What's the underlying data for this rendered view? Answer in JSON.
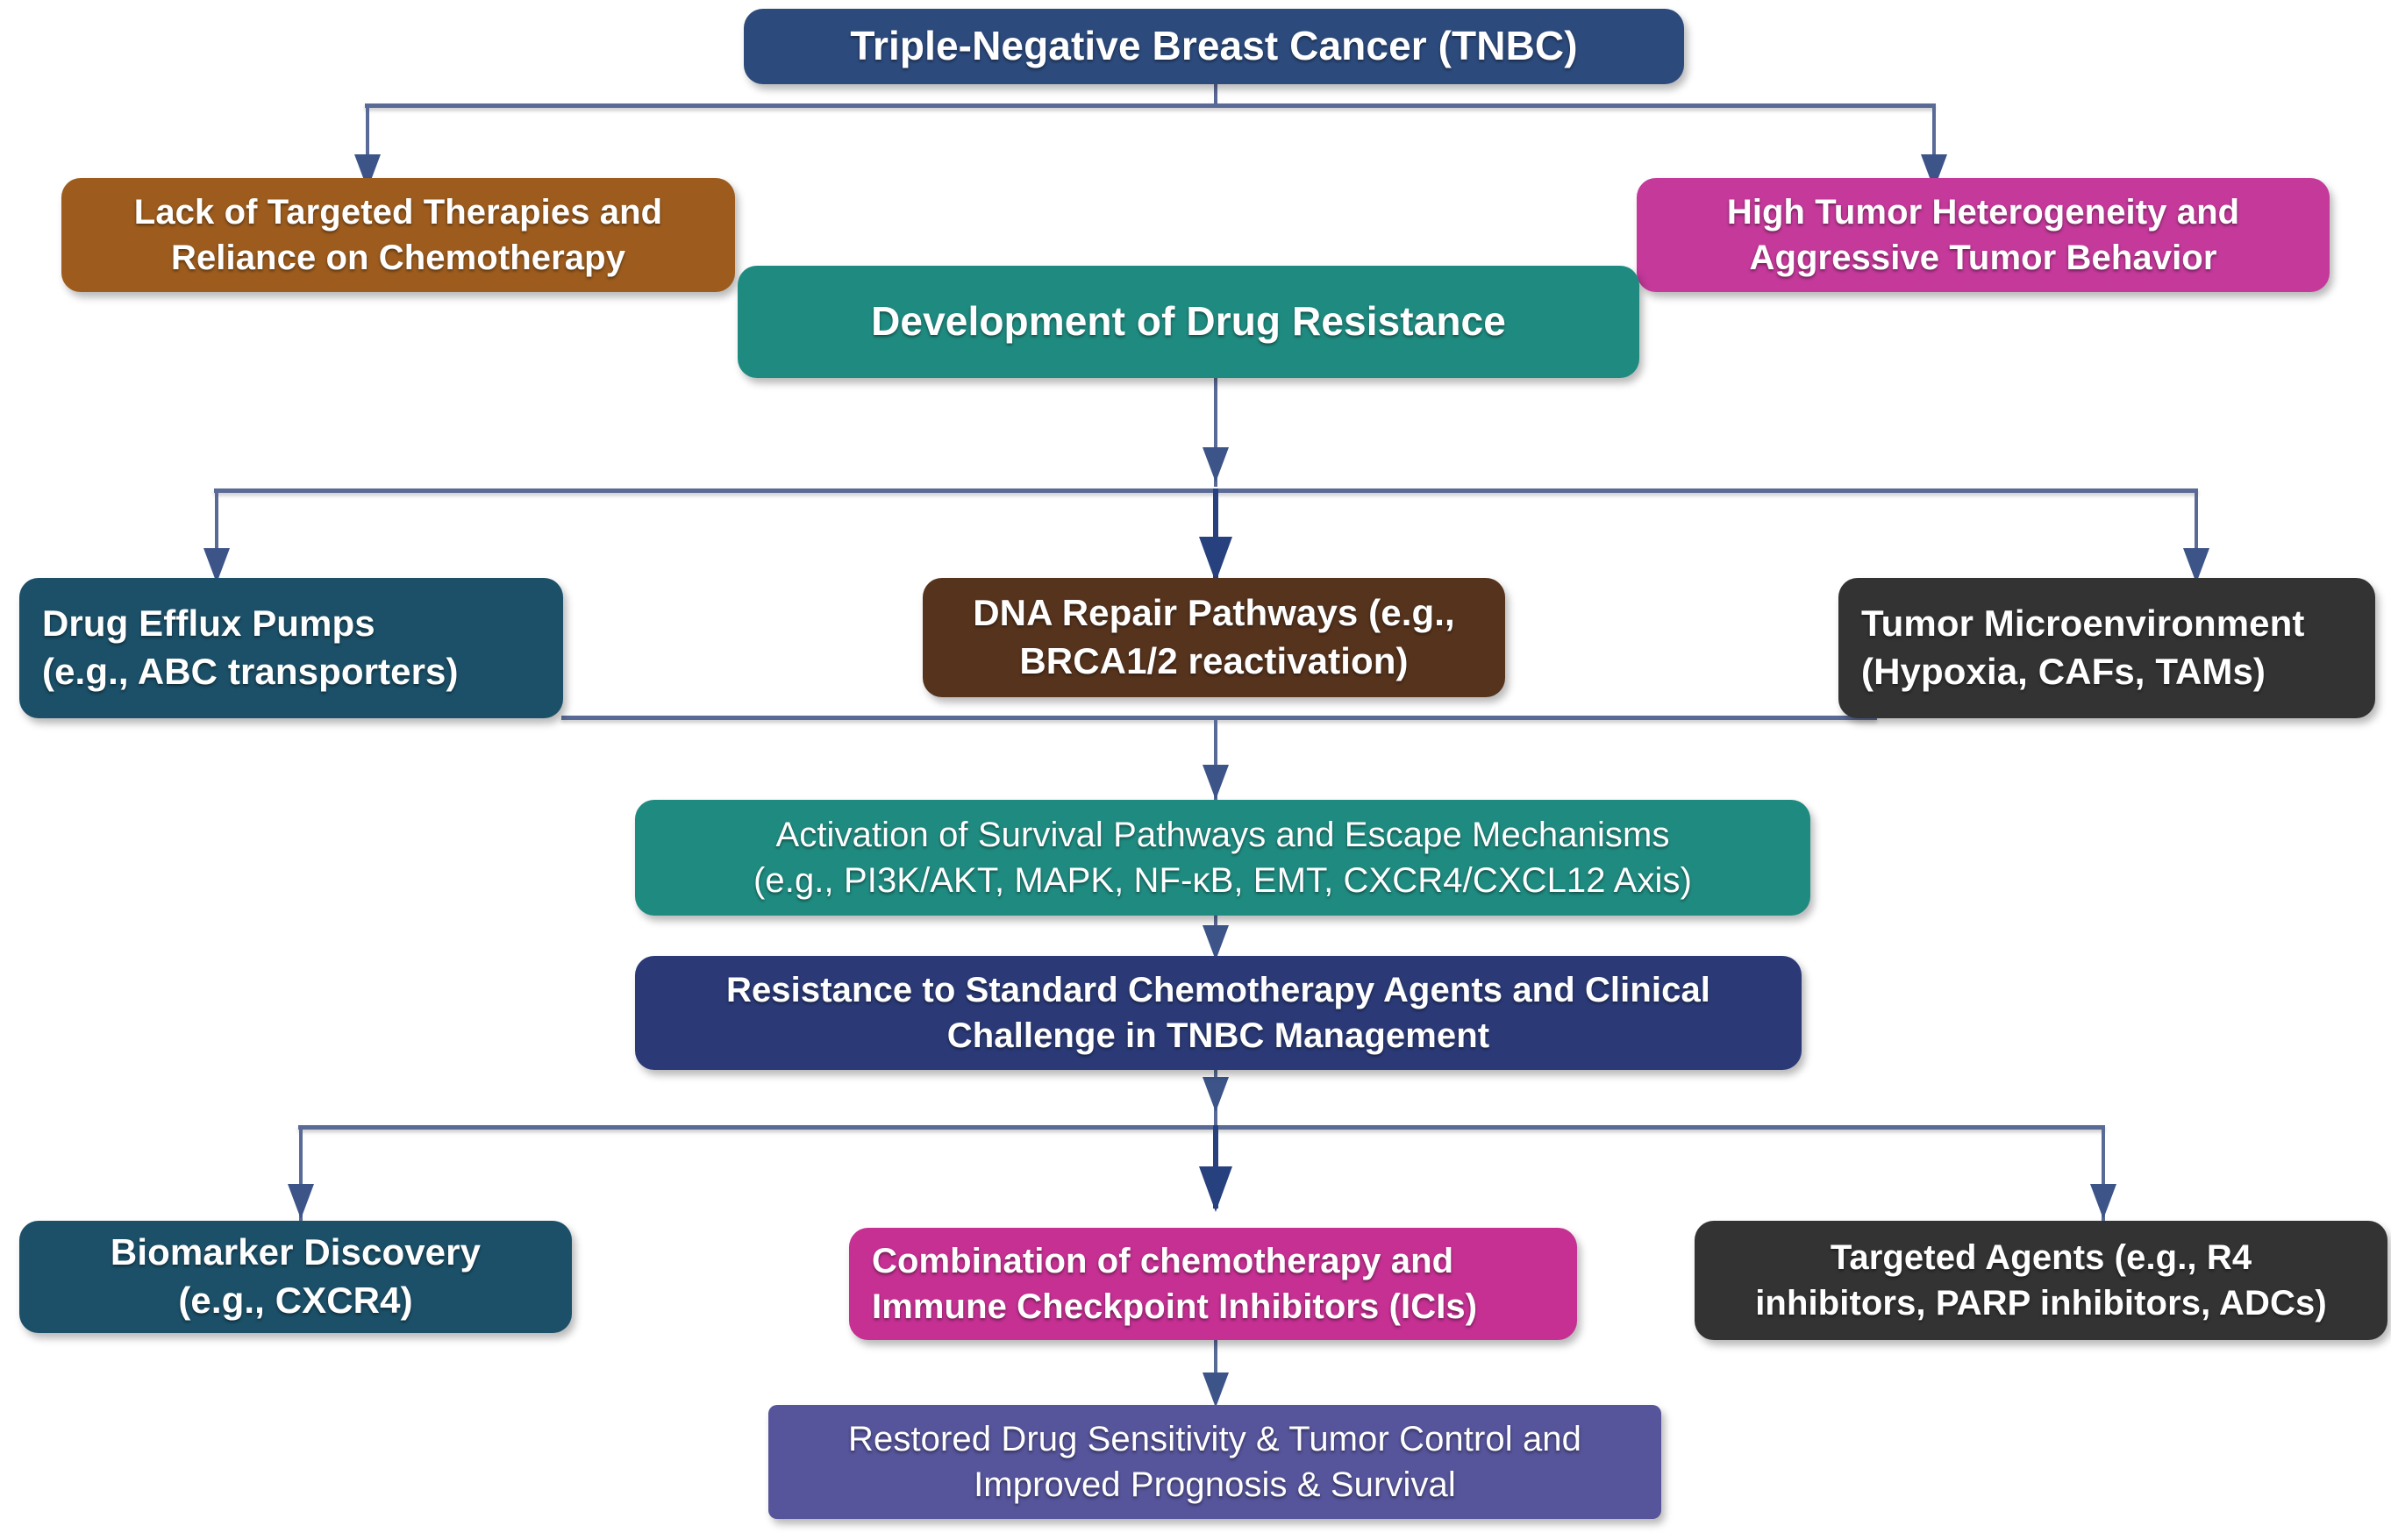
{
  "diagram": {
    "title": "TNBC Drug Resistance Flowchart",
    "colors": {
      "navy": "#2c4a7c",
      "brown_sienna": "#9d5c1e",
      "magenta": "#c4399a",
      "teal": "#1f8b80",
      "dark_teal_blue": "#1b5068",
      "dark_brown": "#56331d",
      "charcoal": "#333333",
      "deep_navy": "#2b3a77",
      "pink_magenta": "#c53092",
      "slate_purple": "#56549a",
      "connector": "#5a6a96",
      "arrow": "#27417e"
    },
    "nodes": [
      {
        "id": "tnbc",
        "label": "Triple-Negative Breast Cancer (TNBC)",
        "lines": [
          "Triple-Negative Breast Cancer (TNBC)"
        ],
        "color": "#2c4a7c"
      },
      {
        "id": "lack-targeted-therapies",
        "label": "Lack of Targeted Therapies and Reliance on Chemotherapy",
        "lines": [
          "Lack of Targeted Therapies and",
          "Reliance on Chemotherapy"
        ],
        "color": "#9d5c1e"
      },
      {
        "id": "high-tumor-heterogeneity",
        "label": "High Tumor Heterogeneity and Aggressive Tumor Behavior",
        "lines": [
          "High Tumor Heterogeneity and",
          "Aggressive Tumor Behavior"
        ],
        "color": "#c4399a"
      },
      {
        "id": "drug-resistance",
        "label": "Development of Drug Resistance",
        "lines": [
          "Development of Drug Resistance"
        ],
        "color": "#1f8b80"
      },
      {
        "id": "drug-efflux-pumps",
        "label": "Drug Efflux Pumps (e.g., ABC transporters)",
        "lines": [
          "Drug Efflux Pumps",
          "(e.g., ABC transporters)"
        ],
        "color": "#1b5068"
      },
      {
        "id": "dna-repair-pathways",
        "label": "DNA Repair Pathways (e.g., BRCA1/2 reactivation)",
        "lines": [
          "DNA Repair Pathways (e.g.,",
          "BRCA1/2 reactivation)"
        ],
        "color": "#56331d"
      },
      {
        "id": "tumor-microenvironment",
        "label": "Tumor Microenvironment (Hypoxia, CAFs, TAMs)",
        "lines": [
          "Tumor Microenvironment",
          "(Hypoxia, CAFs, TAMs)"
        ],
        "color": "#333333"
      },
      {
        "id": "survival-pathways",
        "label": "Activation of Survival Pathways and Escape Mechanisms (e.g., PI3K/AKT, MAPK, NF-κB, EMT, CXCR4/CXCL12 Axis)",
        "lines": [
          "Activation of Survival Pathways and Escape Mechanisms",
          "(e.g., PI3K/AKT, MAPK, NF-κB, EMT, CXCR4/CXCL12 Axis)"
        ],
        "color": "#1f8b80"
      },
      {
        "id": "resistance-clinical-challenge",
        "label": "Resistance to Standard Chemotherapy Agents and Clinical Challenge in TNBC Management",
        "lines": [
          "Resistance to Standard Chemotherapy Agents and Clinical",
          "Challenge in TNBC Management"
        ],
        "color": "#2b3a77"
      },
      {
        "id": "biomarker-discovery",
        "label": "Biomarker Discovery (e.g., CXCR4)",
        "lines": [
          "Biomarker Discovery",
          "(e.g., CXCR4)"
        ],
        "color": "#1b5068"
      },
      {
        "id": "combination-chemo-ici",
        "label": "Combination of chemotherapy and Immune Checkpoint Inhibitors (ICIs)",
        "lines": [
          "Combination of chemotherapy and",
          "Immune Checkpoint Inhibitors (ICIs)"
        ],
        "color": "#c53092"
      },
      {
        "id": "targeted-agents",
        "label": "Targeted Agents (e.g., R4 inhibitors,  PARP inhibitors, ADCs)",
        "lines": [
          "Targeted Agents (e.g., R4",
          "inhibitors,  PARP inhibitors, ADCs)"
        ],
        "color": "#333333"
      },
      {
        "id": "restored-drug-sensitivity",
        "label": "Restored Drug Sensitivity & Tumor Control and Improved Prognosis & Survival",
        "lines": [
          "Restored Drug Sensitivity & Tumor Control and",
          "Improved Prognosis & Survival"
        ],
        "color": "#56549a"
      }
    ],
    "edges": [
      {
        "from": "tnbc",
        "to": "lack-targeted-therapies"
      },
      {
        "from": "tnbc",
        "to": "high-tumor-heterogeneity"
      },
      {
        "from": "drug-resistance",
        "to": "drug-efflux-pumps"
      },
      {
        "from": "drug-resistance",
        "to": "dna-repair-pathways"
      },
      {
        "from": "drug-resistance",
        "to": "tumor-microenvironment"
      },
      {
        "from": "drug-efflux-pumps",
        "to": "survival-pathways"
      },
      {
        "from": "dna-repair-pathways",
        "to": "survival-pathways"
      },
      {
        "from": "tumor-microenvironment",
        "to": "survival-pathways"
      },
      {
        "from": "survival-pathways",
        "to": "resistance-clinical-challenge"
      },
      {
        "from": "resistance-clinical-challenge",
        "to": "biomarker-discovery"
      },
      {
        "from": "resistance-clinical-challenge",
        "to": "combination-chemo-ici"
      },
      {
        "from": "resistance-clinical-challenge",
        "to": "targeted-agents"
      },
      {
        "from": "combination-chemo-ici",
        "to": "restored-drug-sensitivity"
      }
    ]
  }
}
